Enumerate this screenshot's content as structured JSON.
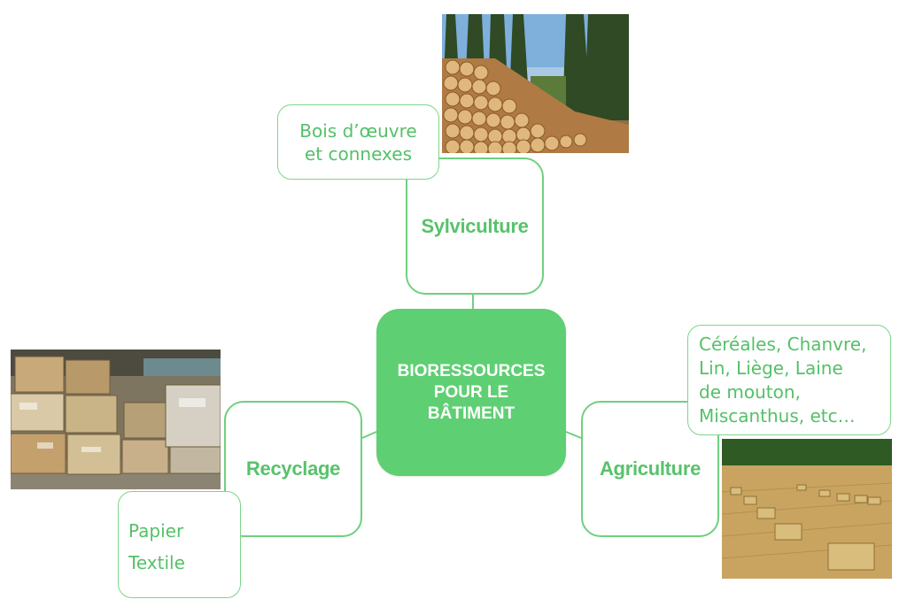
{
  "center": {
    "label": "BIORESSOURCES\nPOUR LE\nBÂTIMENT"
  },
  "branches": {
    "sylviculture": {
      "label": "Sylviculture",
      "details": [
        "Bois d’œuvre",
        "et connexes"
      ]
    },
    "recyclage": {
      "label": "Recyclage",
      "details": [
        "Papier",
        "Textile"
      ]
    },
    "agriculture": {
      "label": "Agriculture",
      "details": [
        "Céréales, Chanvre,",
        "Lin, Liège, Laine",
        "de mouton,",
        "Miscanthus, etc…"
      ]
    }
  },
  "colors": {
    "center_fill": "#5fcf73",
    "node_border": "#6fd07f",
    "text_green": "#58c26b",
    "connector": "#6fd07f"
  },
  "images": {
    "logs": "log-pile-forest-photo",
    "bales": "cardboard-bales-photo",
    "hay": "hay-bales-field-photo"
  }
}
